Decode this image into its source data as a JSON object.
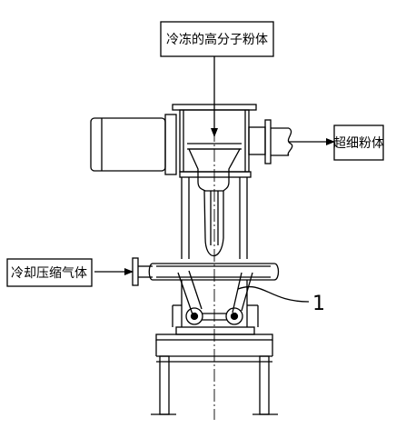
{
  "labels": {
    "input": "冷冻的高分子粉体",
    "output": "超细粉体",
    "gas": "冷却压缩气体",
    "part_number": "1"
  }
}
